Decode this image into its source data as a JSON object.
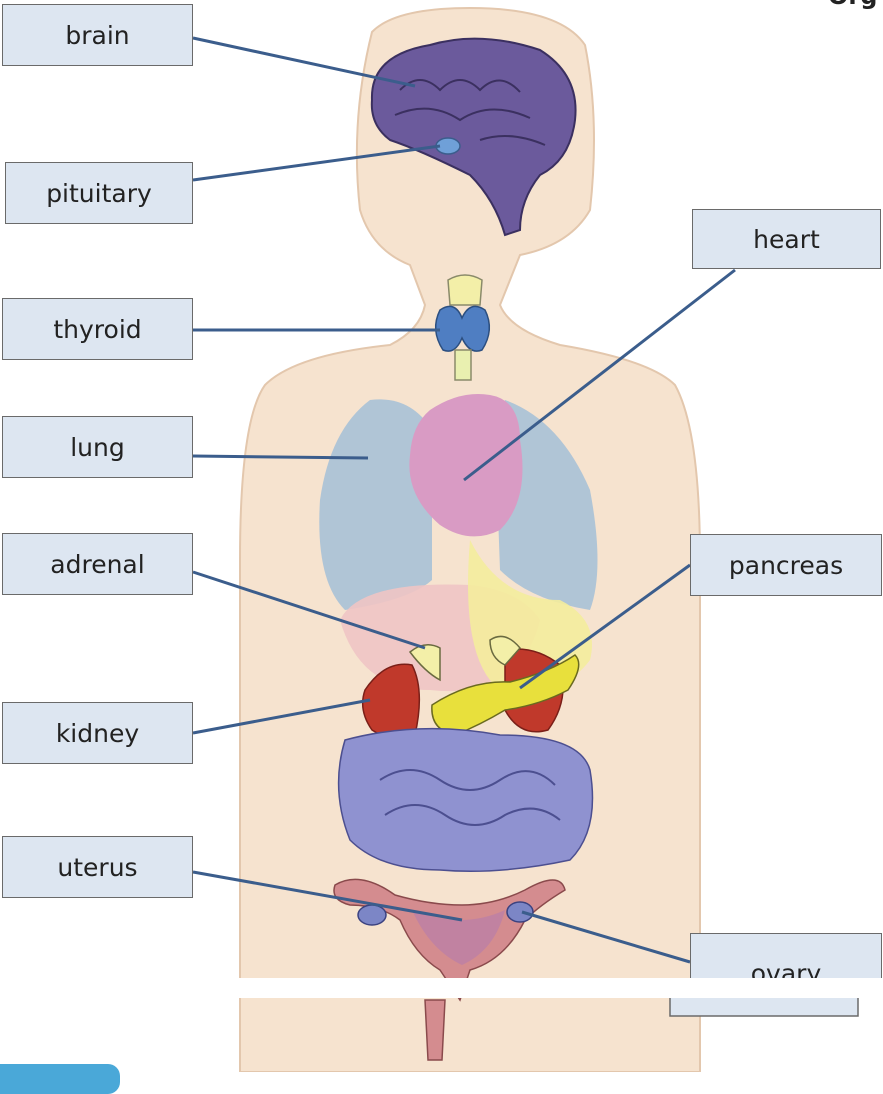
{
  "title": "Org",
  "labels": {
    "brain": "brain",
    "pituitary": "pituitary",
    "thyroid": "thyroid",
    "lung": "lung",
    "adrenal": "adrenal",
    "kidney": "kidney",
    "uterus": "uterus",
    "heart": "heart",
    "pancreas": "pancreas",
    "ovary": "ovary"
  },
  "colors": {
    "label_fill": "#dde6f1",
    "leader_line": "#3b5d8c",
    "skin": "#f6e3cf",
    "brain": "#6b5a9c",
    "lung": "#a9c1d6",
    "heart": "#d99bc4",
    "kidney": "#c0392b",
    "pancreas": "#e8e03c",
    "intestine": "#8f92d0",
    "thyroid": "#4f7ec2",
    "uterus": "#d48c8f"
  }
}
